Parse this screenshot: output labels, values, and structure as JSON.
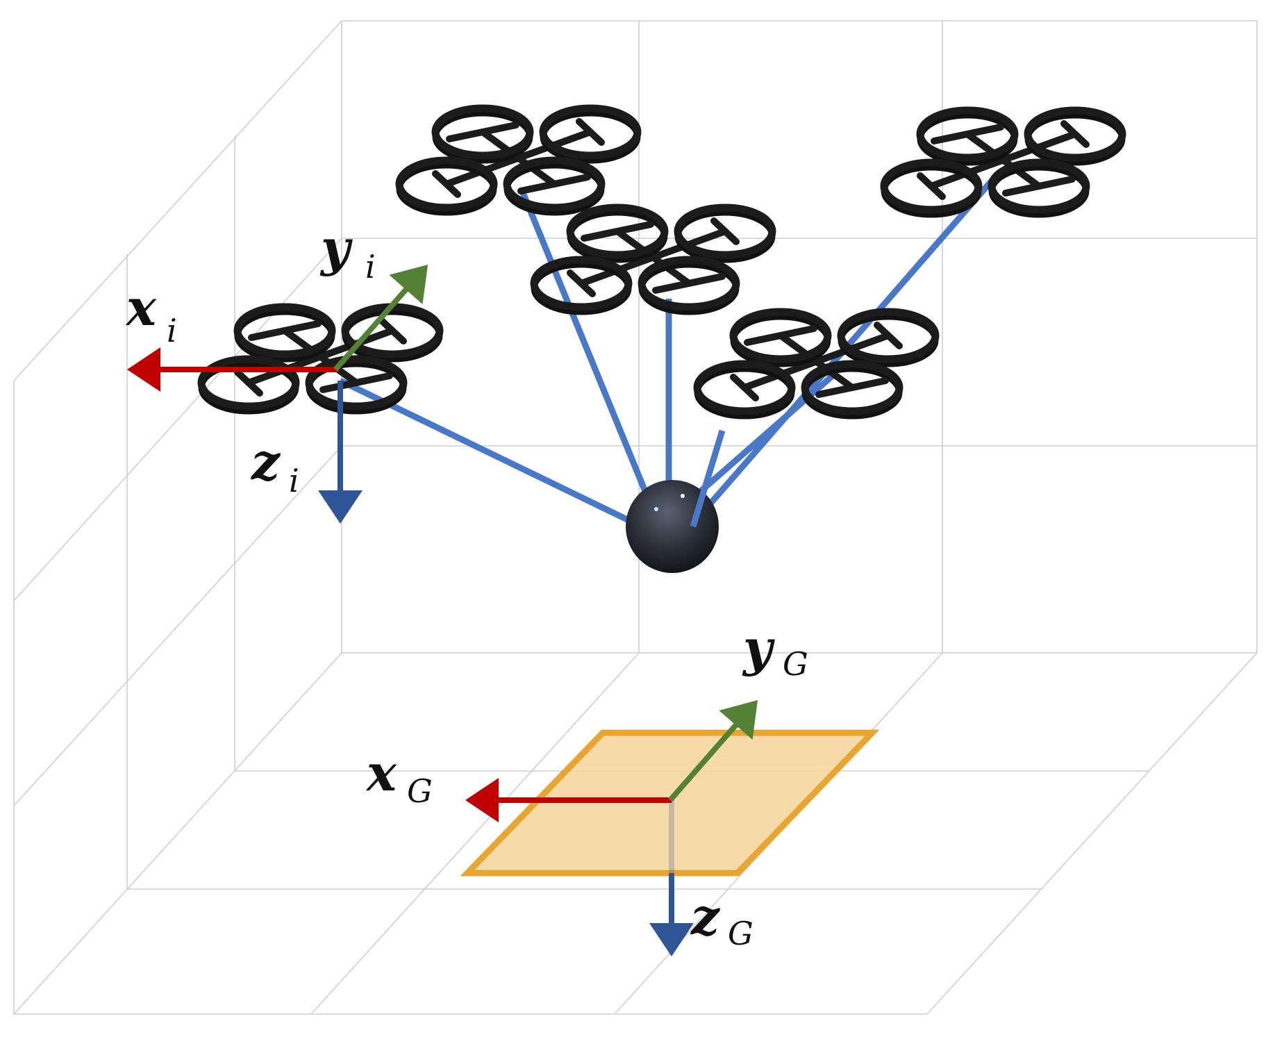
{
  "colors": {
    "x_axis": "#c00000",
    "y_axis": "#548235",
    "z_axis": "#2f5597",
    "cable": "#4a78c8",
    "goal_pad_fill": "#f5d39a",
    "goal_pad_edge": "#e8a631",
    "payload": "#2b2f38",
    "grid": "#cfcfcf",
    "drone": "#1c1c1c"
  },
  "icons": {
    "drone": "quadrotor-icon",
    "payload": "sphere-payload-icon",
    "goal": "landing-pad-icon"
  },
  "body_frame": {
    "x_label": "x",
    "x_sub": "i",
    "y_label": "y",
    "y_sub": "i",
    "z_label": "z",
    "z_sub": "i"
  },
  "goal_frame": {
    "x_label": "x",
    "x_sub": "G",
    "y_label": "y",
    "y_sub": "G",
    "z_label": "z",
    "z_sub": "G"
  }
}
